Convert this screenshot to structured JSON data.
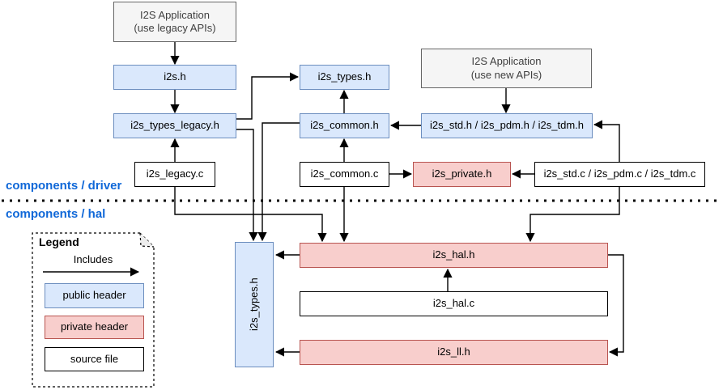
{
  "layers": {
    "driver_label": "components / driver",
    "hal_label": "components / hal"
  },
  "nodes": {
    "app_legacy": {
      "line1": "I2S Application",
      "line2": "(use legacy APIs)"
    },
    "app_new": {
      "line1": "I2S Application",
      "line2": "(use new APIs)"
    },
    "i2s_h": {
      "label": "i2s.h"
    },
    "i2s_types_legacy_h": {
      "label": "i2s_types_legacy.h"
    },
    "i2s_legacy_c": {
      "label": "i2s_legacy.c"
    },
    "i2s_types_h": {
      "label": "i2s_types.h"
    },
    "i2s_common_h": {
      "label": "i2s_common.h"
    },
    "i2s_common_c": {
      "label": "i2s_common.c"
    },
    "i2s_std_pdm_tdm_h": {
      "label": "i2s_std.h / i2s_pdm.h / i2s_tdm.h"
    },
    "i2s_private_h": {
      "label": "i2s_private.h"
    },
    "i2s_std_pdm_tdm_c": {
      "label": "i2s_std.c / i2s_pdm.c / i2s_tdm.c"
    },
    "i2s_types_h_hal": {
      "label": "i2s_types.h"
    },
    "i2s_hal_h": {
      "label": "i2s_hal.h"
    },
    "i2s_hal_c": {
      "label": "i2s_hal.c"
    },
    "i2s_ll_h": {
      "label": "i2s_ll.h"
    }
  },
  "legend": {
    "title": "Legend",
    "arrow_label": "Includes",
    "items": [
      {
        "label": "public header",
        "type": "public"
      },
      {
        "label": "private header",
        "type": "private"
      },
      {
        "label": "source file",
        "type": "source"
      }
    ]
  },
  "colors": {
    "public_fill": "#dae8fc",
    "public_stroke": "#6c8ebf",
    "private_fill": "#f8cecc",
    "private_stroke": "#b85450",
    "app_fill": "#f5f5f5",
    "app_stroke": "#666666",
    "source_fill": "#ffffff",
    "source_stroke": "#000000",
    "edge_color": "#000000",
    "label_blue": "#1068d8",
    "app_text": "#404040"
  }
}
